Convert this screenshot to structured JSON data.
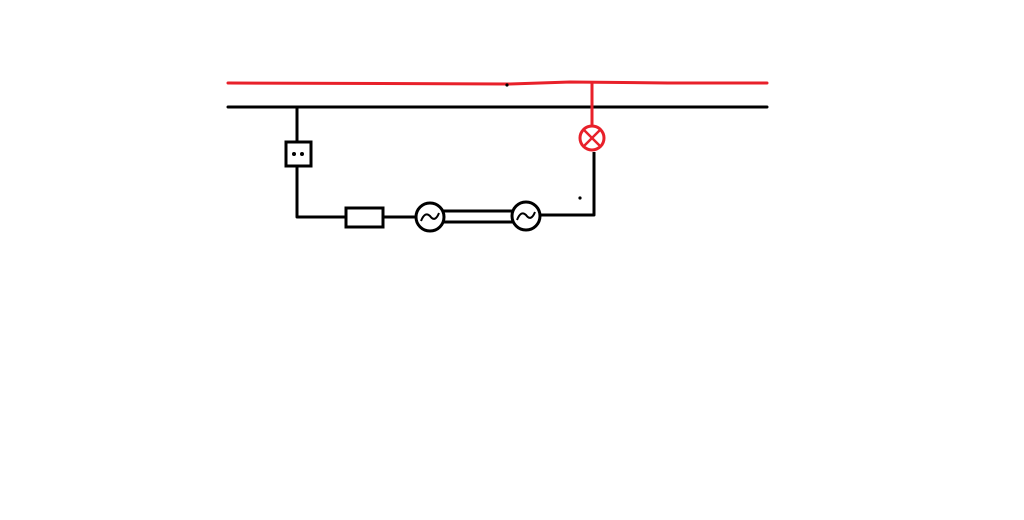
{
  "diagram": {
    "type": "electrical-schematic",
    "components": [
      {
        "id": "phase-wire",
        "kind": "wire",
        "color": "#e8202a"
      },
      {
        "id": "neutral-wire",
        "kind": "wire",
        "color": "#000000"
      },
      {
        "id": "socket",
        "kind": "double-pole-switch"
      },
      {
        "id": "ballast",
        "kind": "resistor"
      },
      {
        "id": "fluorescent-tube",
        "kind": "fluorescent-lamp"
      },
      {
        "id": "lamp",
        "kind": "indicator-lamp",
        "color": "#e8202a"
      }
    ],
    "colors": {
      "phase": "#e8202a",
      "neutral": "#000000",
      "background": "#ffffff"
    }
  }
}
